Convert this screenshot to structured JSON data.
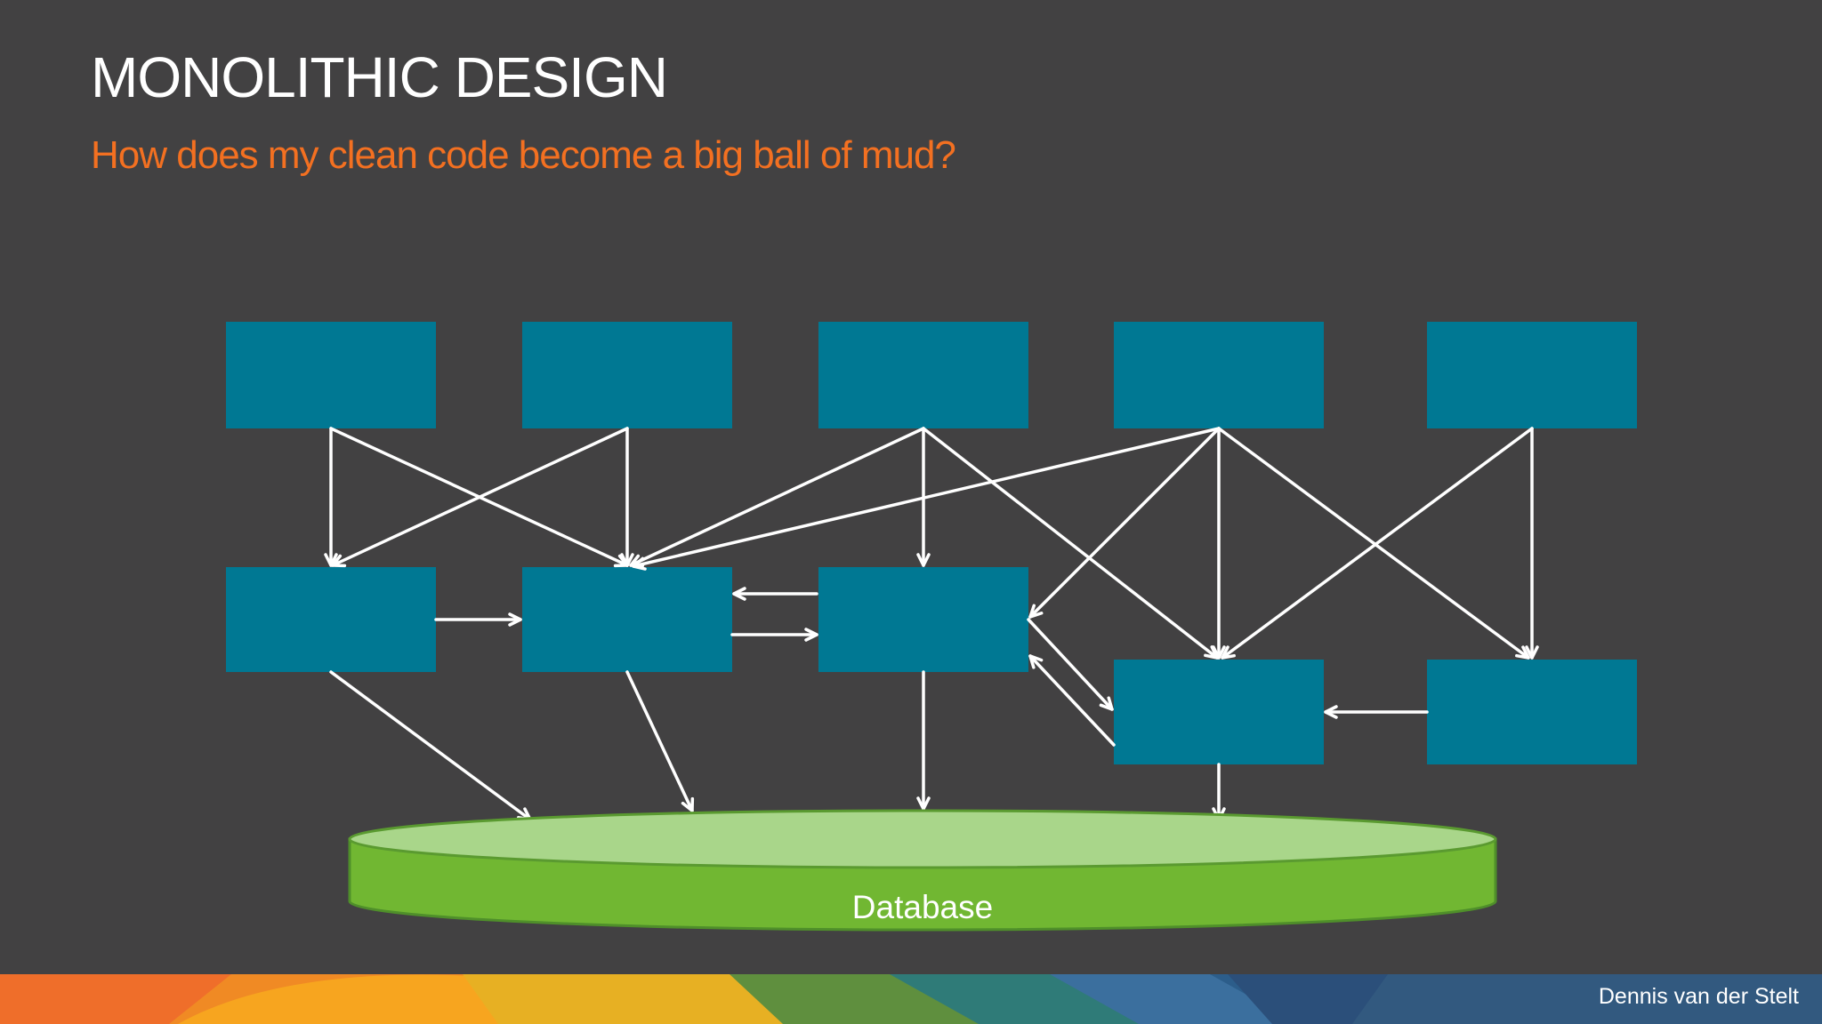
{
  "slide": {
    "title": "MONOLITHIC DESIGN",
    "subtitle": "How does my clean code become a big ball of mud?",
    "author": "Dennis van der Stelt"
  },
  "diagram": {
    "database_label": "Database",
    "colors": {
      "background": "#424142",
      "component": "#007893",
      "arrow": "#ffffff",
      "database_top": "#a9d68a",
      "database_body": "#71b732",
      "title": "#ffffff",
      "subtitle": "#f37021"
    }
  }
}
